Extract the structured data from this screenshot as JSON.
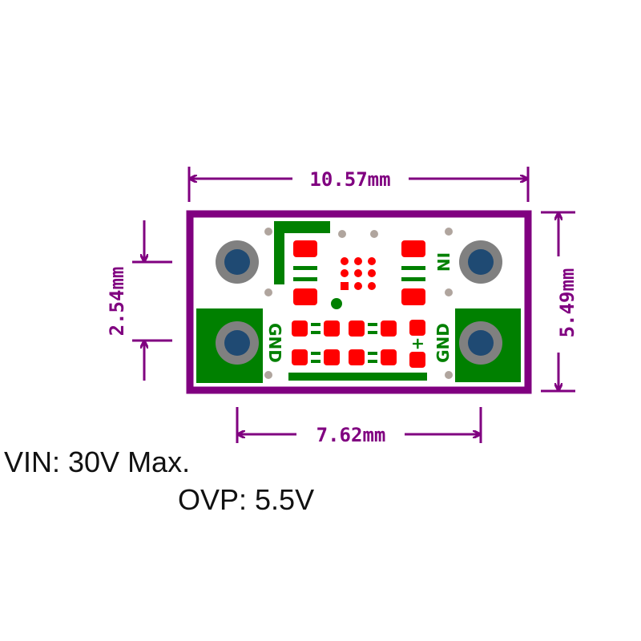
{
  "dimensions": {
    "width": "10.57mm",
    "height": "5.49mm",
    "hole_pitch_vertical": "2.54mm",
    "hole_pitch_horizontal": "7.62mm"
  },
  "silkscreen": {
    "left_label": "GND",
    "right_top_label": "IN",
    "right_bottom_label": "GND",
    "plus_mark": "+"
  },
  "specs": {
    "vin": "VIN: 30V Max.",
    "ovp": "OVP: 5.5V"
  },
  "colors": {
    "outline": "#800080",
    "copper_green": "#008000",
    "pad_red": "#ff0000",
    "hole_ring": "#808080",
    "hole_center": "#1f4a73"
  }
}
